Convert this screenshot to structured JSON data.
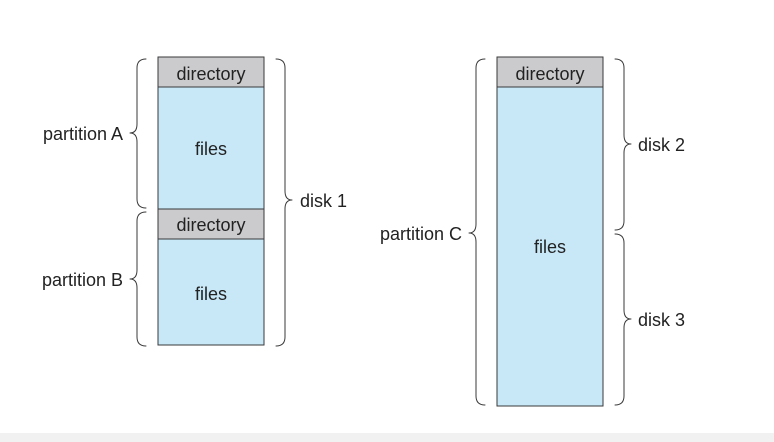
{
  "left_group": {
    "partition_a_label": "partition A",
    "partition_b_label": "partition B",
    "disk_label": "disk 1",
    "partition_a": {
      "directory": "directory",
      "files": "files"
    },
    "partition_b": {
      "directory": "directory",
      "files": "files"
    }
  },
  "right_group": {
    "partition_label": "partition C",
    "disk_top_label": "disk 2",
    "disk_bottom_label": "disk 3",
    "directory": "directory",
    "files": "files"
  },
  "colors": {
    "directory_fill": "#cbcbcd",
    "files_fill": "#c8e8f8",
    "outline": "#3a3a3a",
    "text": "#222222"
  }
}
